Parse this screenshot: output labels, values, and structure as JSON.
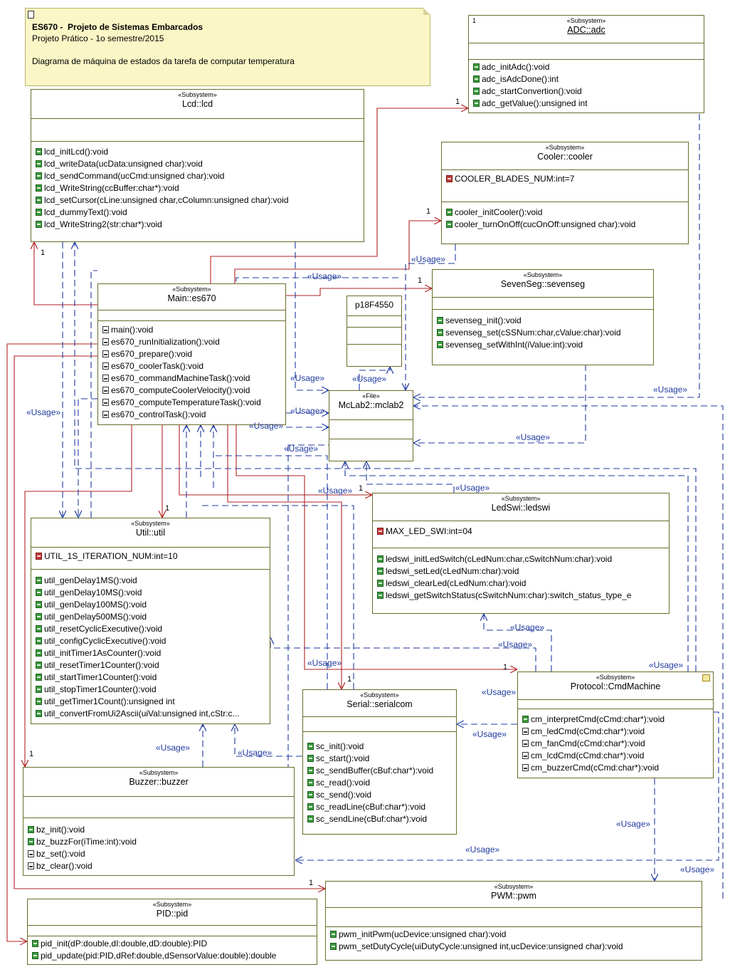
{
  "note": {
    "line1": "ES670 -  Projeto de Sistemas Embarcados",
    "line2": "Projeto Prático - 1o semestre/2015",
    "line3": "Diagrama de máquina de estados da tarefa de computar temperatura"
  },
  "stereotypes": {
    "subsystem": "«Subsystem»",
    "file": "«File»"
  },
  "usage_label": "«Usage»",
  "multiplicity": "1",
  "boxes": {
    "adc": {
      "name": "ADC::adc",
      "multiplicity": "1",
      "ops": [
        "adc_initAdc():void",
        "adc_isAdcDone():int",
        "adc_startConvertion():void",
        "adc_getValue():unsigned int"
      ]
    },
    "lcd": {
      "name": "Lcd::lcd",
      "ops": [
        "lcd_initLcd():void",
        "lcd_writeData(ucData:unsigned char):void",
        "lcd_sendCommand(ucCmd:unsigned char):void",
        "lcd_WriteString(ccBuffer:char*):void",
        "lcd_setCursor(cLine:unsigned char,cColumn:unsigned char):void",
        "lcd_dummyText():void",
        "lcd_WriteString2(str:char*):void"
      ]
    },
    "cooler": {
      "name": "Cooler::cooler",
      "attrs": [
        "COOLER_BLADES_NUM:int=7"
      ],
      "ops": [
        "cooler_initCooler():void",
        "cooler_turnOnOff(cucOnOff:unsigned char):void"
      ]
    },
    "main": {
      "name": "Main::es670",
      "ops": [
        "main():void",
        "es670_runInitialization():void",
        "es670_prepare():void",
        "es670_coolerTask():void",
        "es670_commandMachineTask():void",
        "es670_computeCoolerVelocity():void",
        "es670_computeTemperatureTask():void",
        "es670_controlTask():void"
      ]
    },
    "sevenseg": {
      "name": "SevenSeg::sevenseg",
      "ops": [
        "sevenseg_init():void",
        "sevenseg_set(cSSNum:char,cValue:char):void",
        "sevenseg_setWithInt(iValue:int):void"
      ]
    },
    "p18": {
      "name": "p18F4550"
    },
    "mclab": {
      "name": "McLab2::mclab2"
    },
    "ledswi": {
      "name": "LedSwi::ledswi",
      "attrs": [
        "MAX_LED_SWI:int=04"
      ],
      "ops": [
        "ledswi_initLedSwitch(cLedNum:char,cSwitchNum:char):void",
        "ledswi_setLed(cLedNum:char):void",
        "ledswi_clearLed(cLedNum:char):void",
        "ledswi_getSwitchStatus(cSwitchNum:char):switch_status_type_e"
      ]
    },
    "util": {
      "name": "Util::util",
      "attrs": [
        "UTIL_1S_ITERATION_NUM:int=10"
      ],
      "ops": [
        "util_genDelay1MS():void",
        "util_genDelay10MS():void",
        "util_genDelay100MS():void",
        "util_genDelay500MS():void",
        "util_resetCyclicExecutive():void",
        "util_configCyclicExecutive():void",
        "util_initTimer1AsCounter():void",
        "util_resetTimer1Counter():void",
        "util_startTimer1Counter():void",
        "util_stopTimer1Counter():void",
        "util_getTimer1Count():unsigned int",
        "util_convertFromUi2Ascii(uiVal:unsigned int,cStr:c..."
      ]
    },
    "serial": {
      "name": "Serial::serialcom",
      "ops": [
        "sc_init():void",
        "sc_start():void",
        "sc_sendBuffer(cBuf:char*):void",
        "sc_read():void",
        "sc_send():void",
        "sc_readLine(cBuf:char*):void",
        "sc_sendLine(cBuf:char*):void"
      ]
    },
    "protocol": {
      "name": "Protocol::CmdMachine",
      "ops": [
        "cm_interpretCmd(cCmd:char*):void",
        "cm_ledCmd(cCmd:char*):void",
        "cm_fanCmd(cCmd:char*):void",
        "cm_lcdCmd(cCmd:char*):void",
        "cm_buzzerCmd(cCmd:char*):void"
      ]
    },
    "buzzer": {
      "name": "Buzzer::buzzer",
      "ops": [
        "bz_init():void",
        "bz_buzzFor(iTime:int):void",
        "bz_set():void",
        "bz_clear():void"
      ]
    },
    "pid": {
      "name": "PID::pid",
      "ops": [
        "pid_init(dP:double,dI:double,dD:double):PID",
        "pid_update(pid:PID,dRef:double,dSensorValue:double):double"
      ]
    },
    "pwm": {
      "name": "PWM::pwm",
      "ops": [
        "pwm_initPwm(ucDevice:unsigned char):void",
        "pwm_setDutyCycle(uiDutyCycle:unsigned int,ucDevice:unsigned char):void"
      ]
    }
  }
}
